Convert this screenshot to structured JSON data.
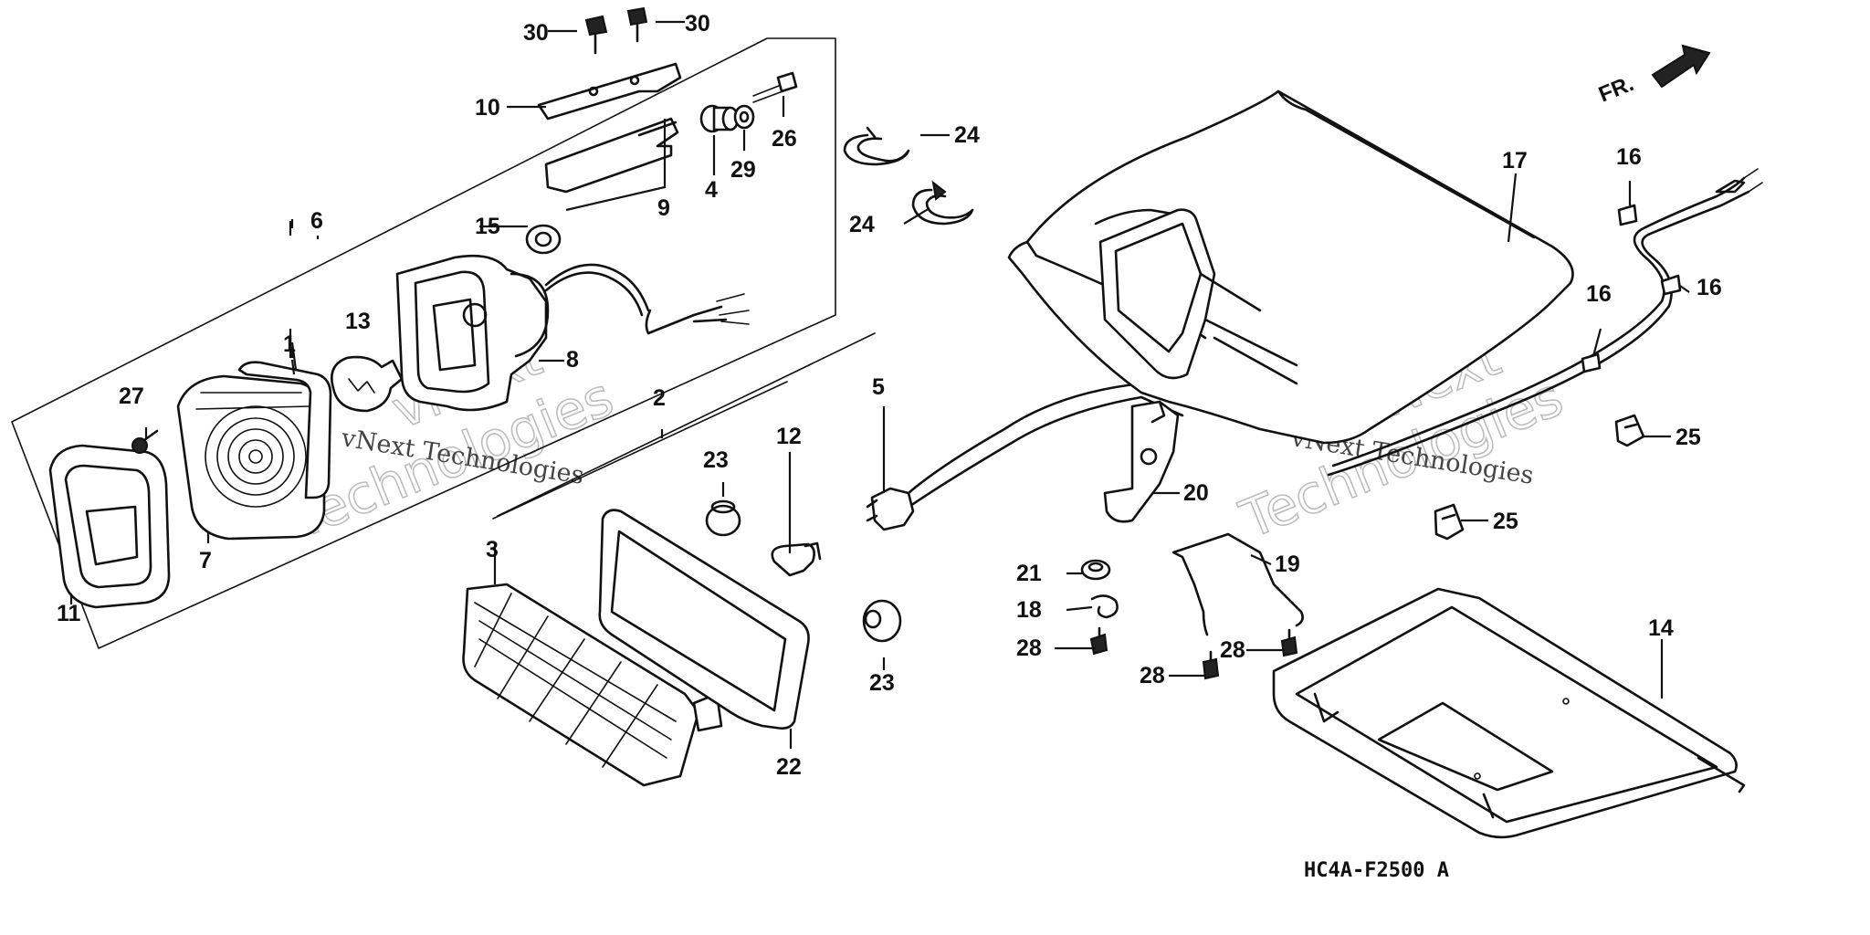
{
  "diagram": {
    "drawing_code": "HC4A-F2500 A",
    "direction_label": "FR.",
    "watermark": {
      "line1": "vNext",
      "line2": "Technologies",
      "caption": "vNext Technologies"
    },
    "callouts": [
      "1",
      "2",
      "3",
      "4",
      "5",
      "6",
      "7",
      "8",
      "9",
      "10",
      "11",
      "12",
      "13",
      "14",
      "15",
      "16",
      "17",
      "18",
      "19",
      "20",
      "21",
      "22",
      "23",
      "24",
      "25",
      "26",
      "27",
      "28",
      "29",
      "30"
    ]
  }
}
